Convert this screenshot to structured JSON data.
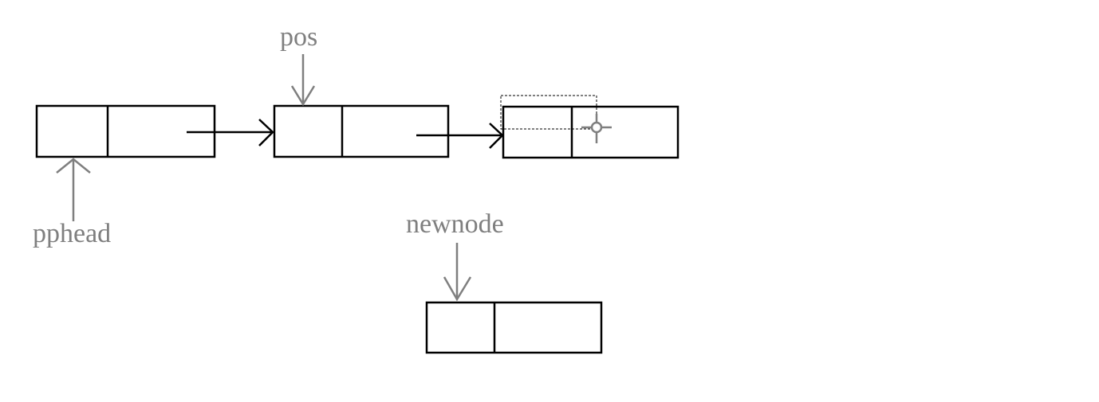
{
  "labels": {
    "pos": "pos",
    "pphead": "pphead",
    "newnode": "newnode"
  },
  "colors": {
    "node_stroke": "#000000",
    "pointer_color": "#7f7f7f",
    "background": "#ffffff"
  },
  "nodes": [
    "node-1",
    "node-2",
    "node-3",
    "newnode-box"
  ],
  "overlay": {
    "selection_rect": "dashed",
    "cursor": "crosshair-icon"
  }
}
